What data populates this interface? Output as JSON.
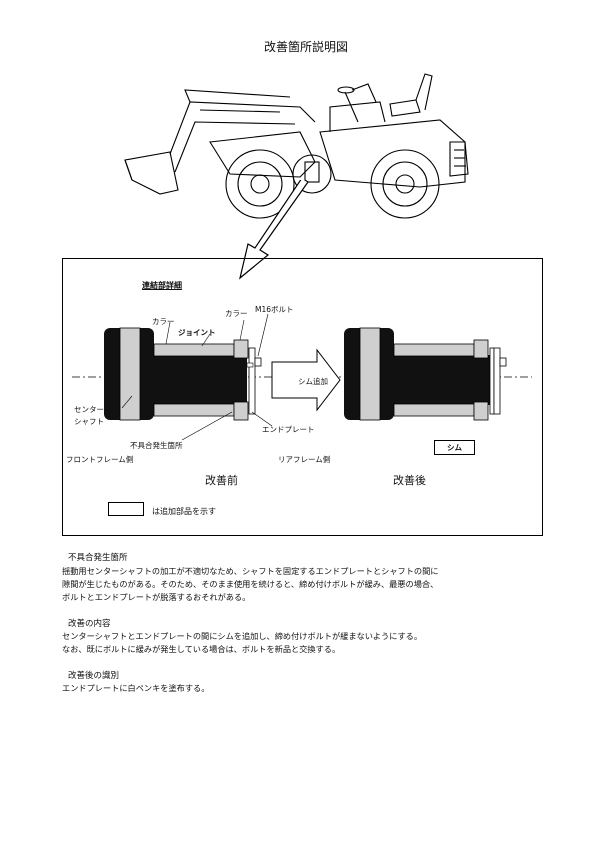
{
  "title": "改善箇所説明図",
  "detail": {
    "heading": "連結部詳細",
    "labels": {
      "collar1": "カラー",
      "joint": "ジョイント",
      "collar2": "カラー",
      "bolt": "M16ボルト",
      "center_shaft_1": "センター",
      "center_shaft_2": "シャフト",
      "end_plate": "エンドプレート",
      "defect_location": "不具合発生箇所",
      "front_frame": "フロントフレーム側",
      "rear_frame": "リアフレーム側",
      "shim_added": "シム追加",
      "shim": "シム"
    },
    "before": "改善前",
    "after": "改善後",
    "legend": "は追加部品を示す"
  },
  "sections": [
    {
      "heading": "不具合発生箇所",
      "lines": [
        "揺動用センターシャフトの加工が不適切なため、シャフトを固定するエンドプレートとシャフトの間に",
        "隙間が生じたものがある。そのため、そのまま使用を続けると、締め付けボルトが緩み、最悪の場合、",
        "ボルトとエンドプレートが脱落するおそれがある。"
      ]
    },
    {
      "heading": "改善の内容",
      "lines": [
        "センターシャフトとエンドプレートの間にシムを追加し、締め付けボルトが緩まないようにする。",
        "なお、既にボルトに緩みが発生している場合は、ボルトを新品と交換する。"
      ]
    },
    {
      "heading": "改善後の識別",
      "lines": [
        "エンドプレートに白ペンキを塗布する。"
      ]
    }
  ]
}
